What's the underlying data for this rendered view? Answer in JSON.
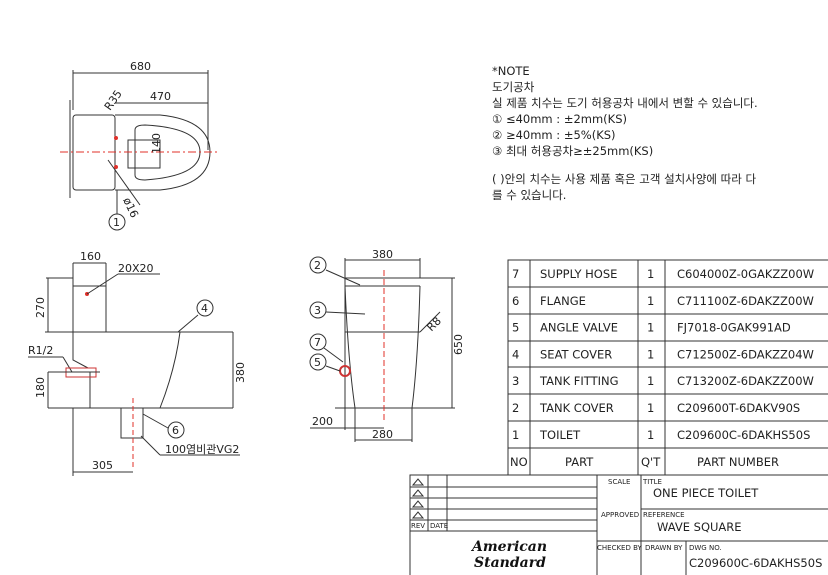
{
  "note": {
    "title": "*NOTE",
    "subtitle": "도기공차",
    "line1": "실 제품 치수는 도기 허용공차 내에서 변할 수 있습니다.",
    "item1": "① ≤40mm  :  ±2mm(KS)",
    "item2": "② ≥40mm  :  ±5%(KS)",
    "item3": "③ 최대 허용공차≥±25mm(KS)",
    "remark1": "( )안의 치수는 사용 제품 혹은 고객 설치사양에 따라 다",
    "remark2": "를 수 있습니다."
  },
  "top_view": {
    "dim_width": "680",
    "dim_bowl": "470",
    "radius": "R35",
    "hole_spacing": "140",
    "hole_dia": "ø16",
    "callout": "1"
  },
  "side_view": {
    "dim_tank": "160",
    "dim_square": "20X20",
    "dim_tank_h": "270",
    "thread": "R1/2",
    "dim_inlet_h": "180",
    "dim_height": "380",
    "dim_rough_in": "305",
    "pipe": "100염비관VG2",
    "callout_seat": "4",
    "callout_flange": "6"
  },
  "front_view": {
    "dim_top": "380",
    "dim_height": "650",
    "radius": "R8",
    "dim_offset": "200",
    "dim_base": "280",
    "callout_cover": "2",
    "callout_fitting": "3",
    "callout_hose": "7",
    "callout_valve": "5"
  },
  "parts_table": {
    "rows": [
      {
        "no": "7",
        "part": "SUPPLY HOSE",
        "qty": "1",
        "part_number": "C604000Z-0GAKZZ00W"
      },
      {
        "no": "6",
        "part": "FLANGE",
        "qty": "1",
        "part_number": "C711100Z-6DAKZZ00W"
      },
      {
        "no": "5",
        "part": "ANGLE VALVE",
        "qty": "1",
        "part_number": "FJ7018-0GAK991AD"
      },
      {
        "no": "4",
        "part": "SEAT COVER",
        "qty": "1",
        "part_number": "C712500Z-6DAKZZ04W"
      },
      {
        "no": "3",
        "part": "TANK FITTING",
        "qty": "1",
        "part_number": "C713200Z-6DAKZZ00W"
      },
      {
        "no": "2",
        "part": "TANK COVER",
        "qty": "1",
        "part_number": "C209600T-6DAKV90S"
      },
      {
        "no": "1",
        "part": "TOILET",
        "qty": "1",
        "part_number": "C209600C-6DAKHS50S"
      }
    ],
    "headers": {
      "no": "NO",
      "part": "PART",
      "qty": "Q'T",
      "part_number": "PART NUMBER"
    }
  },
  "title_block": {
    "rev": "REV",
    "date": "DATE",
    "scale_label": "SCALE",
    "title_label": "TITLE",
    "title": "ONE PIECE TOILET",
    "approved_label": "APPROVED",
    "reference_label": "REFERENCE",
    "reference": "WAVE SQUARE",
    "checked_label": "CHECKED BY",
    "drawn_label": "DRAWN BY",
    "dwg_label": "DWG NO.",
    "dwg_no": "C209600C-6DAKHS50S",
    "logo_line1": "American",
    "logo_line2": "Standard"
  },
  "colors": {
    "line": "#333333",
    "center": "#e0302a"
  }
}
